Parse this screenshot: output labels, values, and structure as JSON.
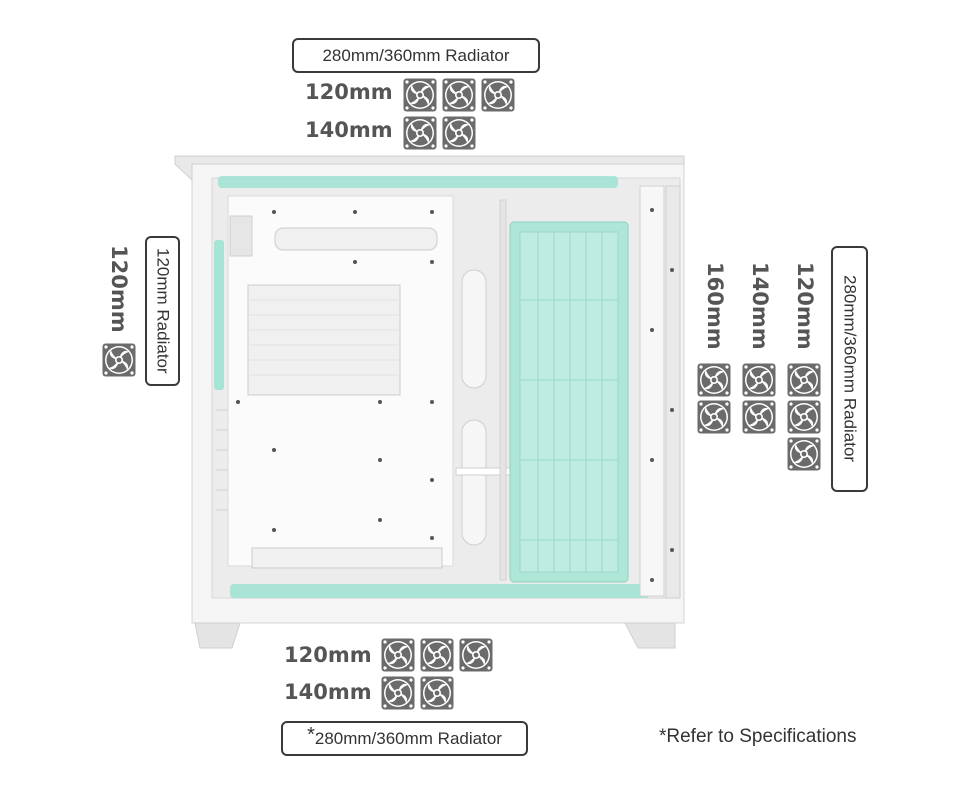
{
  "top": {
    "radiator_label": "280mm/360mm Radiator",
    "rows": [
      {
        "size": "120mm",
        "fans": 3
      },
      {
        "size": "140mm",
        "fans": 2
      }
    ]
  },
  "rear": {
    "size": "120mm",
    "radiator_label": "120mm Radiator",
    "fans": 1
  },
  "side": {
    "radiator_label": "280mm/360mm Radiator",
    "columns": [
      {
        "size": "160mm",
        "fans": 2
      },
      {
        "size": "140mm",
        "fans": 2
      },
      {
        "size": "120mm",
        "fans": 3
      }
    ]
  },
  "bottom": {
    "rows": [
      {
        "size": "120mm",
        "fans": 3
      },
      {
        "size": "140mm",
        "fans": 2
      }
    ],
    "radiator_asterisk": "*",
    "radiator_label": "280mm/360mm Radiator"
  },
  "footnote": "*Refer to Specifications",
  "colors": {
    "fan_body": "#6b6b6b",
    "case_white": "#f2f2f2",
    "accent_mint": "#9fe3d3",
    "border": "#3a3a3a"
  }
}
